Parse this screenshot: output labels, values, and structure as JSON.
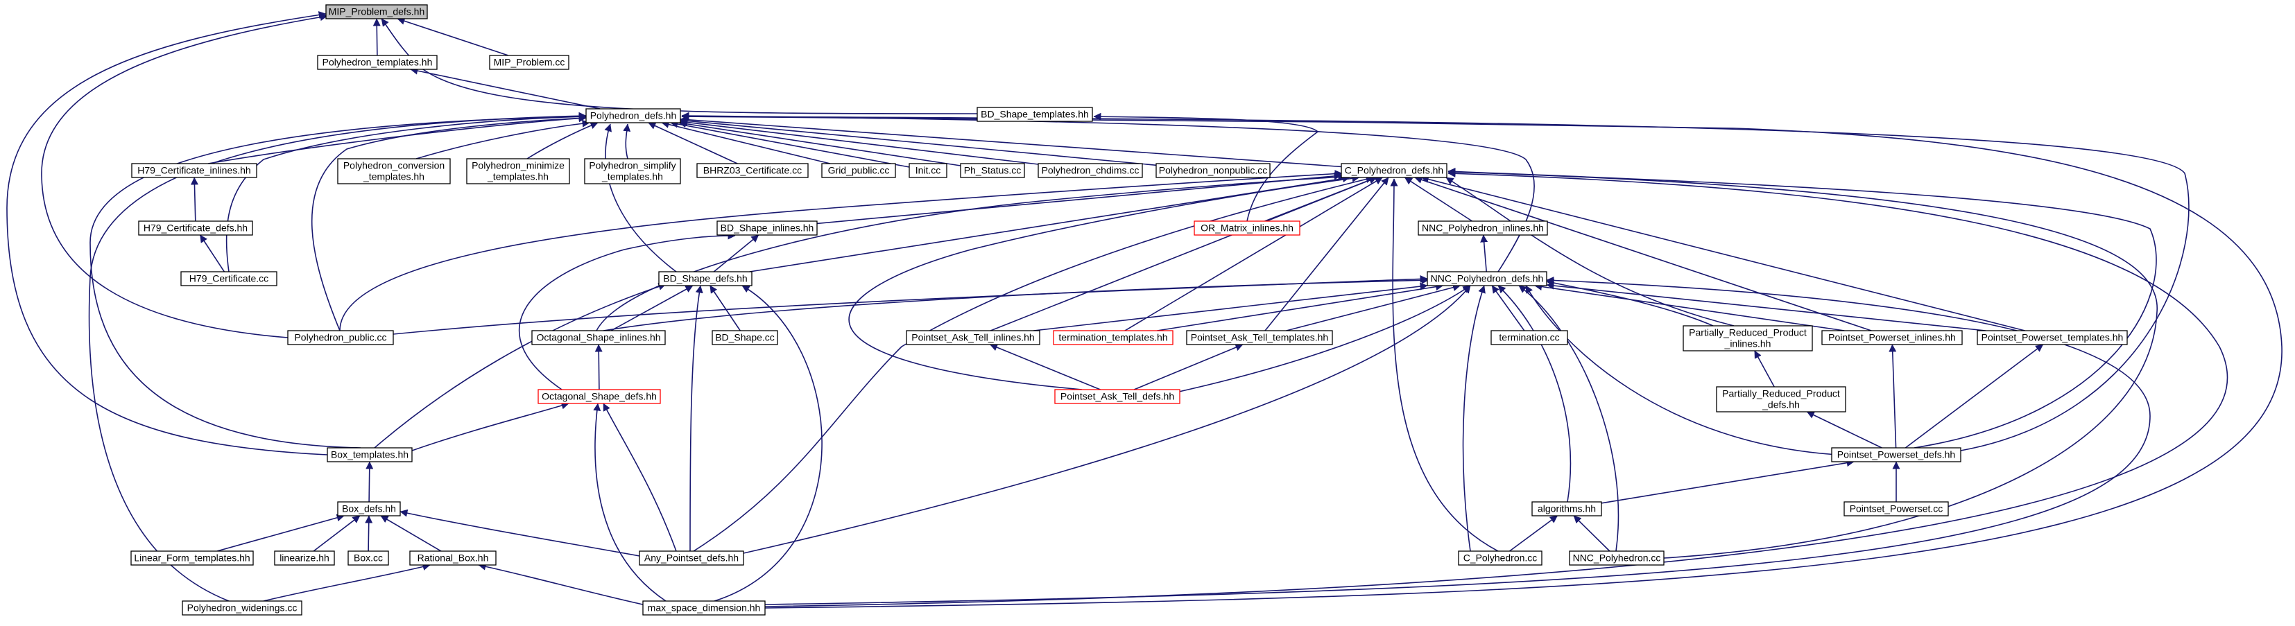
{
  "colors": {
    "edge": "#191970",
    "current_fill": "#bfbfbf",
    "missing_border": "#ff0000",
    "border": "#000000"
  },
  "nodes": [
    {
      "id": "mip_problem_defs",
      "lines": [
        "MIP_Problem_defs.hh"
      ],
      "style": "current"
    },
    {
      "id": "polyhedron_templates",
      "lines": [
        "Polyhedron_templates.hh"
      ],
      "style": "normal"
    },
    {
      "id": "mip_problem_cc",
      "lines": [
        "MIP_Problem.cc"
      ],
      "style": "normal"
    },
    {
      "id": "bd_shape_templates",
      "lines": [
        "BD_Shape_templates.hh"
      ],
      "style": "normal"
    },
    {
      "id": "polyhedron_defs",
      "lines": [
        "Polyhedron_defs.hh"
      ],
      "style": "normal"
    },
    {
      "id": "h79_certificate_inlines",
      "lines": [
        "H79_Certificate_inlines.hh"
      ],
      "style": "normal"
    },
    {
      "id": "polyhedron_conversion_templates",
      "lines": [
        "Polyhedron_conversion",
        "_templates.hh"
      ],
      "style": "normal"
    },
    {
      "id": "polyhedron_minimize_templates",
      "lines": [
        "Polyhedron_minimize",
        "_templates.hh"
      ],
      "style": "normal"
    },
    {
      "id": "polyhedron_simplify_templates",
      "lines": [
        "Polyhedron_simplify",
        "_templates.hh"
      ],
      "style": "normal"
    },
    {
      "id": "bhrz03_certificate",
      "lines": [
        "BHRZ03_Certificate.cc"
      ],
      "style": "normal"
    },
    {
      "id": "grid_public",
      "lines": [
        "Grid_public.cc"
      ],
      "style": "normal"
    },
    {
      "id": "init_cc",
      "lines": [
        "Init.cc"
      ],
      "style": "normal"
    },
    {
      "id": "ph_status",
      "lines": [
        "Ph_Status.cc"
      ],
      "style": "normal"
    },
    {
      "id": "polyhedron_chdims",
      "lines": [
        "Polyhedron_chdims.cc"
      ],
      "style": "normal"
    },
    {
      "id": "polyhedron_nonpublic",
      "lines": [
        "Polyhedron_nonpublic.cc"
      ],
      "style": "normal"
    },
    {
      "id": "c_polyhedron_defs",
      "lines": [
        "C_Polyhedron_defs.hh"
      ],
      "style": "normal"
    },
    {
      "id": "h79_certificate_defs",
      "lines": [
        "H79_Certificate_defs.hh"
      ],
      "style": "normal"
    },
    {
      "id": "bd_shape_inlines",
      "lines": [
        "BD_Shape_inlines.hh"
      ],
      "style": "normal"
    },
    {
      "id": "or_matrix_inlines",
      "lines": [
        "OR_Matrix_inlines.hh"
      ],
      "style": "red"
    },
    {
      "id": "nnc_polyhedron_inlines",
      "lines": [
        "NNC_Polyhedron_inlines.hh"
      ],
      "style": "normal"
    },
    {
      "id": "h79_certificate_cc",
      "lines": [
        "H79_Certificate.cc"
      ],
      "style": "normal"
    },
    {
      "id": "bd_shape_defs",
      "lines": [
        "BD_Shape_defs.hh"
      ],
      "style": "normal"
    },
    {
      "id": "nnc_polyhedron_defs",
      "lines": [
        "NNC_Polyhedron_defs.hh"
      ],
      "style": "normal"
    },
    {
      "id": "polyhedron_public",
      "lines": [
        "Polyhedron_public.cc"
      ],
      "style": "normal"
    },
    {
      "id": "octagonal_shape_inlines",
      "lines": [
        "Octagonal_Shape_inlines.hh"
      ],
      "style": "normal"
    },
    {
      "id": "bd_shape_cc",
      "lines": [
        "BD_Shape.cc"
      ],
      "style": "normal"
    },
    {
      "id": "pointset_ask_tell_inlines",
      "lines": [
        "Pointset_Ask_Tell_inlines.hh"
      ],
      "style": "normal"
    },
    {
      "id": "termination_templates",
      "lines": [
        "termination_templates.hh"
      ],
      "style": "red"
    },
    {
      "id": "pointset_ask_tell_templates",
      "lines": [
        "Pointset_Ask_Tell_templates.hh"
      ],
      "style": "normal"
    },
    {
      "id": "termination_cc",
      "lines": [
        "termination.cc"
      ],
      "style": "normal"
    },
    {
      "id": "partially_reduced_product_inlines",
      "lines": [
        "Partially_Reduced_Product",
        "_inlines.hh"
      ],
      "style": "normal"
    },
    {
      "id": "pointset_powerset_inlines",
      "lines": [
        "Pointset_Powerset_inlines.hh"
      ],
      "style": "normal"
    },
    {
      "id": "pointset_powerset_templates",
      "lines": [
        "Pointset_Powerset_templates.hh"
      ],
      "style": "normal"
    },
    {
      "id": "octagonal_shape_defs",
      "lines": [
        "Octagonal_Shape_defs.hh"
      ],
      "style": "red"
    },
    {
      "id": "pointset_ask_tell_defs",
      "lines": [
        "Pointset_Ask_Tell_defs.hh"
      ],
      "style": "red"
    },
    {
      "id": "partially_reduced_product_defs",
      "lines": [
        "Partially_Reduced_Product",
        "_defs.hh"
      ],
      "style": "normal"
    },
    {
      "id": "box_templates",
      "lines": [
        "Box_templates.hh"
      ],
      "style": "normal"
    },
    {
      "id": "pointset_powerset_defs",
      "lines": [
        "Pointset_Powerset_defs.hh"
      ],
      "style": "normal"
    },
    {
      "id": "box_defs",
      "lines": [
        "Box_defs.hh"
      ],
      "style": "normal"
    },
    {
      "id": "algorithms",
      "lines": [
        "algorithms.hh"
      ],
      "style": "normal"
    },
    {
      "id": "pointset_powerset_cc",
      "lines": [
        "Pointset_Powerset.cc"
      ],
      "style": "normal"
    },
    {
      "id": "linear_form_templates",
      "lines": [
        "Linear_Form_templates.hh"
      ],
      "style": "normal"
    },
    {
      "id": "linearize",
      "lines": [
        "linearize.hh"
      ],
      "style": "normal"
    },
    {
      "id": "box_cc",
      "lines": [
        "Box.cc"
      ],
      "style": "normal"
    },
    {
      "id": "rational_box",
      "lines": [
        "Rational_Box.hh"
      ],
      "style": "normal"
    },
    {
      "id": "any_pointset_defs",
      "lines": [
        "Any_Pointset_defs.hh"
      ],
      "style": "normal"
    },
    {
      "id": "c_polyhedron_cc",
      "lines": [
        "C_Polyhedron.cc"
      ],
      "style": "normal"
    },
    {
      "id": "nnc_polyhedron_cc",
      "lines": [
        "NNC_Polyhedron.cc"
      ],
      "style": "normal"
    },
    {
      "id": "polyhedron_widenings",
      "lines": [
        "Polyhedron_widenings.cc"
      ],
      "style": "normal"
    },
    {
      "id": "max_space_dimension",
      "lines": [
        "max_space_dimension.hh"
      ],
      "style": "normal"
    }
  ],
  "edges": [
    [
      "polyhedron_templates",
      "mip_problem_defs"
    ],
    [
      "mip_problem_cc",
      "mip_problem_defs"
    ],
    [
      "bd_shape_templates",
      "mip_problem_defs"
    ],
    [
      "box_templates",
      "mip_problem_defs"
    ],
    [
      "polyhedron_public",
      "mip_problem_defs"
    ],
    [
      "polyhedron_defs",
      "polyhedron_templates"
    ],
    [
      "or_matrix_inlines",
      "bd_shape_templates"
    ],
    [
      "h79_certificate_inlines",
      "polyhedron_defs"
    ],
    [
      "polyhedron_conversion_templates",
      "polyhedron_defs"
    ],
    [
      "polyhedron_minimize_templates",
      "polyhedron_defs"
    ],
    [
      "polyhedron_simplify_templates",
      "polyhedron_defs"
    ],
    [
      "bhrz03_certificate",
      "polyhedron_defs"
    ],
    [
      "grid_public",
      "polyhedron_defs"
    ],
    [
      "init_cc",
      "polyhedron_defs"
    ],
    [
      "ph_status",
      "polyhedron_defs"
    ],
    [
      "polyhedron_chdims",
      "polyhedron_defs"
    ],
    [
      "polyhedron_nonpublic",
      "polyhedron_defs"
    ],
    [
      "c_polyhedron_defs",
      "polyhedron_defs"
    ],
    [
      "nnc_polyhedron_defs",
      "polyhedron_defs"
    ],
    [
      "bd_shape_defs",
      "polyhedron_defs"
    ],
    [
      "h79_certificate_cc",
      "polyhedron_defs"
    ],
    [
      "polyhedron_public",
      "polyhedron_defs"
    ],
    [
      "box_templates",
      "polyhedron_defs"
    ],
    [
      "polyhedron_widenings",
      "polyhedron_defs"
    ],
    [
      "pointset_powerset_defs",
      "polyhedron_defs"
    ],
    [
      "max_space_dimension",
      "polyhedron_defs"
    ],
    [
      "h79_certificate_defs",
      "h79_certificate_inlines"
    ],
    [
      "h79_certificate_cc",
      "h79_certificate_defs"
    ],
    [
      "bd_shape_inlines",
      "c_polyhedron_defs"
    ],
    [
      "or_matrix_inlines",
      "c_polyhedron_defs"
    ],
    [
      "nnc_polyhedron_inlines",
      "c_polyhedron_defs"
    ],
    [
      "bd_shape_defs",
      "c_polyhedron_defs"
    ],
    [
      "octagonal_shape_inlines",
      "c_polyhedron_defs"
    ],
    [
      "polyhedron_public",
      "c_polyhedron_defs"
    ],
    [
      "pointset_ask_tell_inlines",
      "c_polyhedron_defs"
    ],
    [
      "termination_templates",
      "c_polyhedron_defs"
    ],
    [
      "pointset_ask_tell_templates",
      "c_polyhedron_defs"
    ],
    [
      "pointset_ask_tell_defs",
      "c_polyhedron_defs"
    ],
    [
      "partially_reduced_product_inlines",
      "c_polyhedron_defs"
    ],
    [
      "pointset_powerset_inlines",
      "c_polyhedron_defs"
    ],
    [
      "pointset_powerset_templates",
      "c_polyhedron_defs"
    ],
    [
      "pointset_powerset_defs",
      "c_polyhedron_defs"
    ],
    [
      "any_pointset_defs",
      "c_polyhedron_defs"
    ],
    [
      "c_polyhedron_cc",
      "c_polyhedron_defs"
    ],
    [
      "nnc_polyhedron_cc",
      "c_polyhedron_defs"
    ],
    [
      "max_space_dimension",
      "c_polyhedron_defs"
    ],
    [
      "bd_shape_defs",
      "bd_shape_inlines"
    ],
    [
      "octagonal_shape_defs",
      "bd_shape_inlines"
    ],
    [
      "nnc_polyhedron_defs",
      "nnc_polyhedron_inlines"
    ],
    [
      "octagonal_shape_inlines",
      "bd_shape_defs"
    ],
    [
      "bd_shape_cc",
      "bd_shape_defs"
    ],
    [
      "box_templates",
      "bd_shape_defs"
    ],
    [
      "any_pointset_defs",
      "bd_shape_defs"
    ],
    [
      "max_space_dimension",
      "bd_shape_defs"
    ],
    [
      "polyhedron_public",
      "nnc_polyhedron_defs"
    ],
    [
      "octagonal_shape_inlines",
      "nnc_polyhedron_defs"
    ],
    [
      "pointset_ask_tell_inlines",
      "nnc_polyhedron_defs"
    ],
    [
      "termination_templates",
      "nnc_polyhedron_defs"
    ],
    [
      "pointset_ask_tell_templates",
      "nnc_polyhedron_defs"
    ],
    [
      "termination_cc",
      "nnc_polyhedron_defs"
    ],
    [
      "partially_reduced_product_inlines",
      "nnc_polyhedron_defs"
    ],
    [
      "pointset_powerset_inlines",
      "nnc_polyhedron_defs"
    ],
    [
      "pointset_powerset_templates",
      "nnc_polyhedron_defs"
    ],
    [
      "pointset_ask_tell_defs",
      "nnc_polyhedron_defs"
    ],
    [
      "pointset_powerset_defs",
      "nnc_polyhedron_defs"
    ],
    [
      "algorithms",
      "nnc_polyhedron_defs"
    ],
    [
      "any_pointset_defs",
      "nnc_polyhedron_defs"
    ],
    [
      "c_polyhedron_cc",
      "nnc_polyhedron_defs"
    ],
    [
      "nnc_polyhedron_cc",
      "nnc_polyhedron_defs"
    ],
    [
      "max_space_dimension",
      "nnc_polyhedron_defs"
    ],
    [
      "octagonal_shape_defs",
      "octagonal_shape_inlines"
    ],
    [
      "pointset_ask_tell_defs",
      "pointset_ask_tell_inlines"
    ],
    [
      "pointset_ask_tell_defs",
      "pointset_ask_tell_templates"
    ],
    [
      "partially_reduced_product_defs",
      "partially_reduced_product_inlines"
    ],
    [
      "pointset_powerset_defs",
      "pointset_powerset_inlines"
    ],
    [
      "pointset_powerset_defs",
      "pointset_powerset_templates"
    ],
    [
      "box_templates",
      "octagonal_shape_defs"
    ],
    [
      "any_pointset_defs",
      "octagonal_shape_defs"
    ],
    [
      "max_space_dimension",
      "octagonal_shape_defs"
    ],
    [
      "pointset_powerset_defs",
      "partially_reduced_product_defs"
    ],
    [
      "box_defs",
      "box_templates"
    ],
    [
      "algorithms",
      "pointset_powerset_defs"
    ],
    [
      "pointset_powerset_cc",
      "pointset_powerset_defs"
    ],
    [
      "linear_form_templates",
      "box_defs"
    ],
    [
      "linearize",
      "box_defs"
    ],
    [
      "box_cc",
      "box_defs"
    ],
    [
      "rational_box",
      "box_defs"
    ],
    [
      "any_pointset_defs",
      "box_defs"
    ],
    [
      "c_polyhedron_cc",
      "algorithms"
    ],
    [
      "nnc_polyhedron_cc",
      "algorithms"
    ],
    [
      "polyhedron_widenings",
      "rational_box"
    ],
    [
      "max_space_dimension",
      "rational_box"
    ]
  ]
}
